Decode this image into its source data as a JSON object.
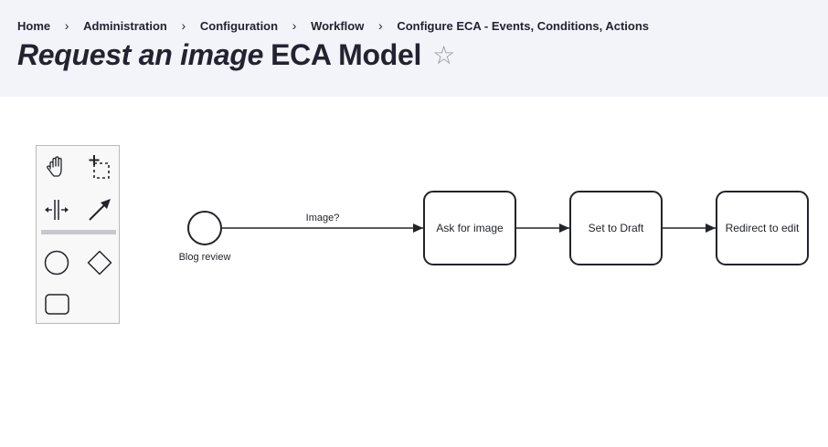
{
  "breadcrumb": {
    "items": [
      "Home",
      "Administration",
      "Configuration",
      "Workflow",
      "Configure ECA - Events, Conditions, Actions"
    ],
    "separator": "›"
  },
  "title": {
    "emphasis": "Request an image",
    "rest": "ECA Model",
    "star_glyph": "☆"
  },
  "palette": {
    "tools": [
      {
        "name": "hand-tool",
        "icon": "hand-icon"
      },
      {
        "name": "lasso-tool",
        "icon": "lasso-icon"
      },
      {
        "name": "space-tool",
        "icon": "space-icon"
      },
      {
        "name": "connect-tool",
        "icon": "connect-arrow-icon"
      },
      {
        "name": "create-event",
        "icon": "circle-icon"
      },
      {
        "name": "create-gateway",
        "icon": "diamond-icon"
      },
      {
        "name": "create-task",
        "icon": "rounded-rect-icon"
      }
    ]
  },
  "diagram": {
    "start_event": {
      "label": "Blog review"
    },
    "edge_label": "Image?",
    "tasks": [
      {
        "label": "Ask for image"
      },
      {
        "label": "Set to Draft"
      },
      {
        "label": "Redirect to edit"
      }
    ]
  },
  "colors": {
    "header_bg": "#f3f4f9",
    "text": "#222330",
    "stroke": "#22242a",
    "star": "#8e929c"
  }
}
